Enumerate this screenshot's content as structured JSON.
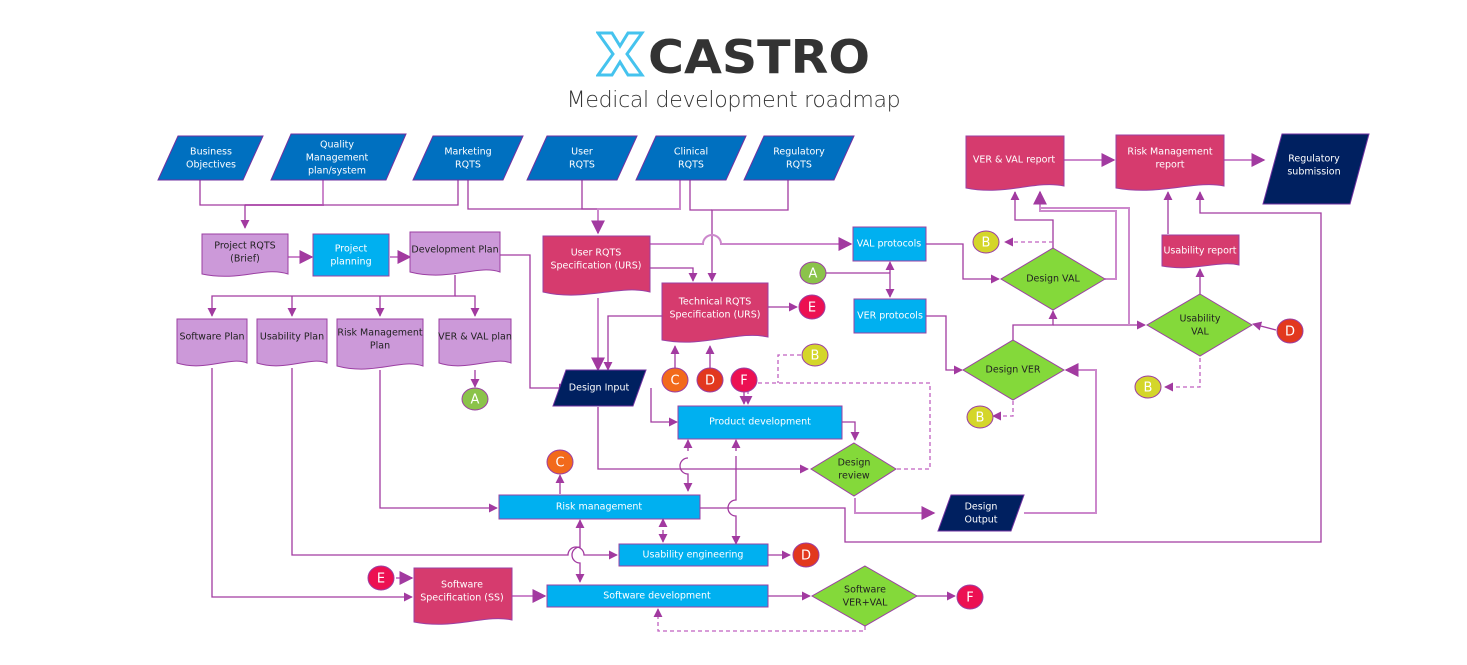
{
  "header": {
    "logo_text": "CASTRO",
    "logo_mark": "X",
    "subtitle": "Medical development roadmap"
  },
  "colors": {
    "blue_input": "#0070c0",
    "dark_navy": "#002060",
    "cyan_process": "#00b0f0",
    "doc_lilac": "#cc99d9",
    "doc_pink": "#d63b6e",
    "decision_green": "#84d93a",
    "edge": "#a23aa0",
    "conn_A": "#8bc34a",
    "conn_B": "#d4d62a",
    "conn_C": "#f26a1b",
    "conn_D": "#e2381e",
    "conn_E": "#ec1052",
    "conn_F": "#ec1052"
  },
  "inputs": [
    {
      "id": "business-objectives",
      "lines": [
        "Business",
        "Objectives"
      ]
    },
    {
      "id": "quality-management",
      "lines": [
        "Quality",
        "Management",
        "plan/system"
      ]
    },
    {
      "id": "marketing-rqts",
      "lines": [
        "Marketing",
        "RQTS"
      ]
    },
    {
      "id": "user-rqts",
      "lines": [
        "User",
        "RQTS"
      ]
    },
    {
      "id": "clinical-rqts",
      "lines": [
        "Clinical",
        "RQTS"
      ]
    },
    {
      "id": "regulatory-rqts",
      "lines": [
        "Regulatory",
        "RQTS"
      ]
    }
  ],
  "documents": {
    "project_rqts": [
      "Project RQTS",
      "(Brief)"
    ],
    "development_plan": [
      "Development Plan"
    ],
    "software_plan": [
      "Software Plan"
    ],
    "usability_plan": [
      "Usability Plan"
    ],
    "risk_management_plan": [
      "Risk Management",
      "Plan"
    ],
    "ver_val_plan": [
      "VER & VAL plan"
    ],
    "user_rqts_spec": [
      "User RQTS",
      "Specification (URS)"
    ],
    "technical_rqts_spec": [
      "Technical RQTS",
      "Specification (URS)"
    ],
    "software_spec": [
      "Software",
      "Specification (SS)"
    ],
    "ver_val_report": [
      "VER & VAL report"
    ],
    "risk_management_report": [
      "Risk Management",
      "report"
    ],
    "usability_report": [
      "Usability report"
    ]
  },
  "processes": {
    "project_planning": [
      "Project",
      "planning"
    ],
    "val_protocols": [
      "VAL protocols"
    ],
    "ver_protocols": [
      "VER protocols"
    ],
    "product_development": [
      "Product development"
    ],
    "risk_management": [
      "Risk management"
    ],
    "usability_engineering": [
      "Usability engineering"
    ],
    "software_development": [
      "Software development"
    ]
  },
  "io_dark": {
    "design_input": [
      "Design Input"
    ],
    "design_output": [
      "Design",
      "Output"
    ],
    "regulatory_submission": [
      "Regulatory",
      "submission"
    ]
  },
  "decisions": {
    "design_val": [
      "Design VAL"
    ],
    "design_ver": [
      "Design VER"
    ],
    "usability_val": [
      "Usability",
      "VAL"
    ],
    "design_review": [
      "Design",
      "review"
    ],
    "software_ver_val": [
      "Software",
      "VER+VAL"
    ]
  },
  "connectors": {
    "A": "A",
    "B": "B",
    "C": "C",
    "D": "D",
    "E": "E",
    "F": "F"
  }
}
